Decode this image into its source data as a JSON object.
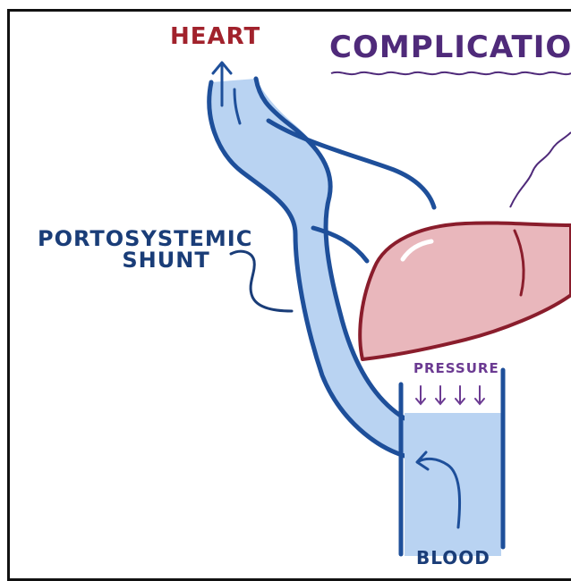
{
  "labels": {
    "heart": "HEART",
    "complication": "COMPLICATION",
    "shunt": "PORTOSYSTEMIC\n     SHUNT",
    "pressure": "PRESSURE",
    "pressure_arrows": "↓↓↓↓",
    "blood": "BLOOD"
  },
  "colors": {
    "vessel_fill": "#b9d3f2",
    "vessel_stroke": "#1e4f9a",
    "liver_fill": "#e9b7bc",
    "liver_stroke": "#8a1d2c",
    "heart_text": "#a1222c",
    "title_text": "#4f2a7a",
    "annotation": "#1a3d78"
  }
}
